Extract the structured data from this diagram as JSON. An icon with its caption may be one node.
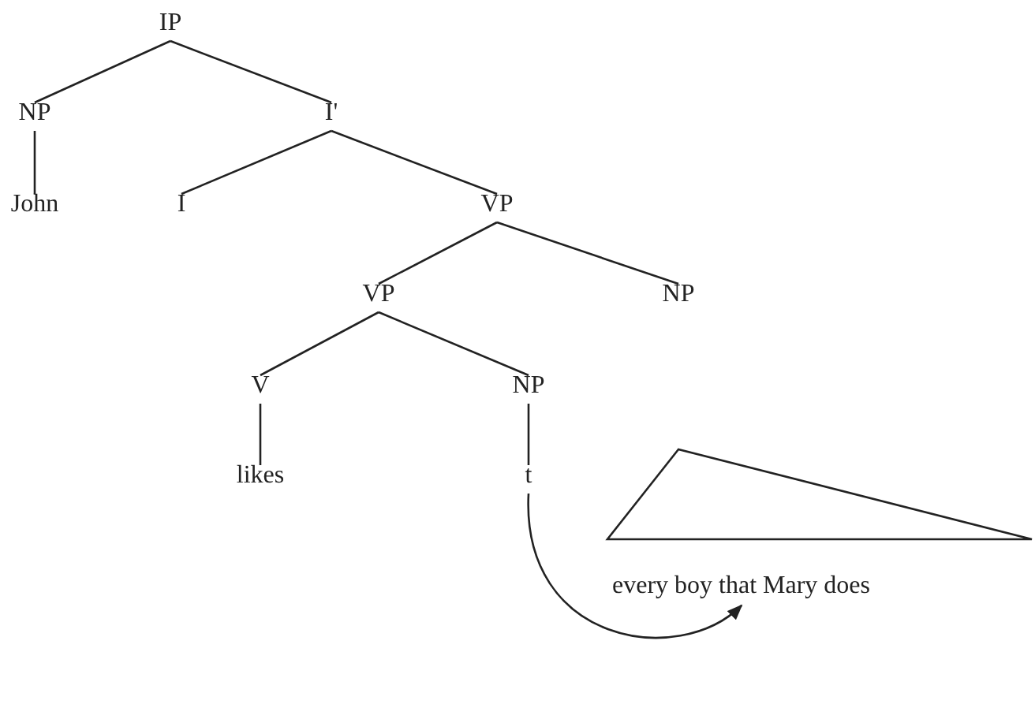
{
  "diagram": {
    "nodes": [
      {
        "text": [
          "IP"
        ]
      },
      {
        "text": [
          "NP"
        ]
      },
      {
        "text": [
          "I'"
        ]
      },
      {
        "text": [
          "John"
        ]
      },
      {
        "text": [
          "I"
        ]
      },
      {
        "text": [
          "VP"
        ]
      },
      {
        "text": [
          "VP"
        ]
      },
      {
        "text": [
          "NP"
        ]
      },
      {
        "text": [
          "V"
        ]
      },
      {
        "text": [
          "NP"
        ]
      },
      {
        "text": [
          "every boy that Mary does"
        ]
      },
      {
        "text": [
          "likes"
        ]
      },
      {
        "text": [
          "t"
        ]
      }
    ],
    "edges": [
      {
        "from": 0,
        "to": 1,
        "arrow": "none"
      },
      {
        "from": 0,
        "to": 2,
        "arrow": "none"
      },
      {
        "from": 1,
        "to": 3,
        "arrow": "none"
      },
      {
        "from": 2,
        "to": 4,
        "arrow": "none"
      },
      {
        "from": 2,
        "to": 5,
        "arrow": "none"
      },
      {
        "from": 5,
        "to": 6,
        "arrow": "none"
      },
      {
        "from": 5,
        "to": 7,
        "arrow": "none"
      },
      {
        "from": 6,
        "to": 8,
        "arrow": "none"
      },
      {
        "from": 6,
        "to": 9,
        "arrow": "none"
      },
      {
        "from": 8,
        "to": 11,
        "arrow": "none"
      },
      {
        "from": 9,
        "to": 12,
        "arrow": "none"
      },
      {
        "from": 12,
        "to": 10,
        "arrow": "to"
      }
    ]
  }
}
